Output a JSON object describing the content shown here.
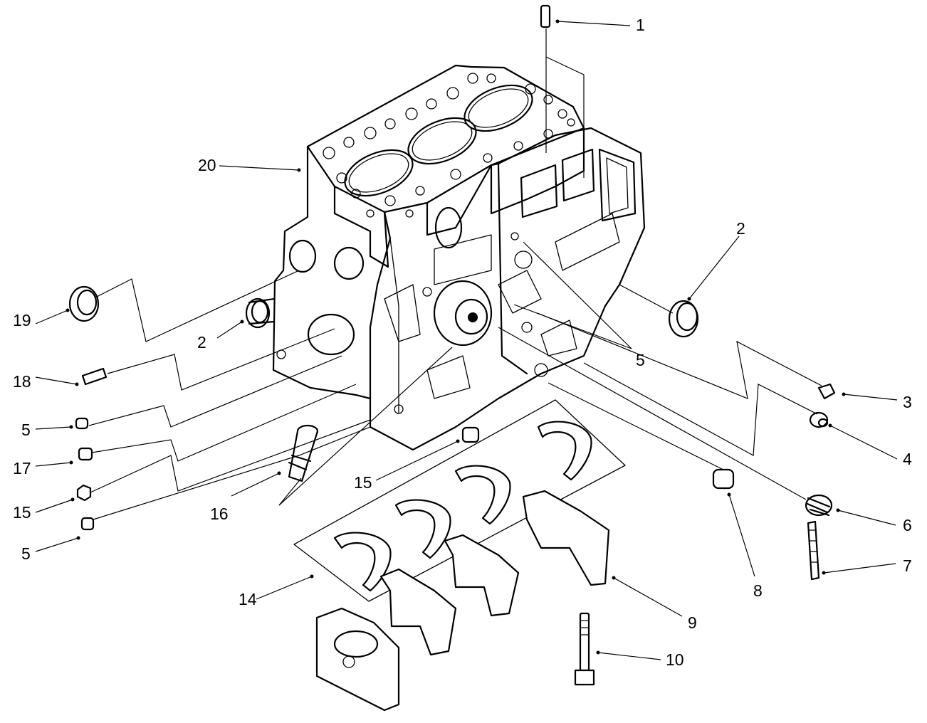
{
  "callouts": {
    "c1": "1",
    "c2a": "2",
    "c2b": "2",
    "c3": "3",
    "c4": "4",
    "c5a": "5",
    "c5b": "5",
    "c5c": "5",
    "c6": "6",
    "c7": "7",
    "c8": "8",
    "c9": "9",
    "c10": "10",
    "c14": "14",
    "c15a": "15",
    "c15b": "15",
    "c16": "16",
    "c17": "17",
    "c18": "18",
    "c19": "19",
    "c20": "20"
  }
}
